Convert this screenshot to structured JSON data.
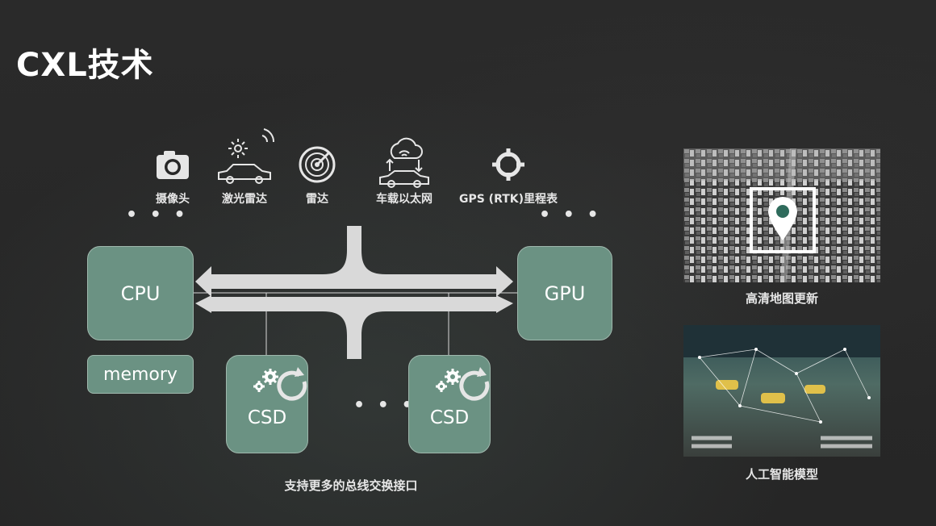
{
  "slide": {
    "title": "CXL技术"
  },
  "sensors": [
    {
      "label": "摄像头",
      "icon": "camera-icon"
    },
    {
      "label": "激光雷达",
      "icon": "lidar-car-icon"
    },
    {
      "label": "雷达",
      "icon": "radar-icon"
    },
    {
      "label": "车载以太网",
      "icon": "ethernet-car-icon"
    },
    {
      "label": "GPS (RTK)里程表",
      "icon": "gps-crosshair-icon"
    }
  ],
  "ellipsis": "• • •",
  "nodes": {
    "cpu": "CPU",
    "gpu": "GPU",
    "memory": "memory",
    "csd1": "CSD",
    "csd2": "CSD"
  },
  "caption": "支持更多的总线交换接口",
  "photos": [
    {
      "caption": "高清地图更新",
      "icon": "map-pin-icon"
    },
    {
      "caption": "人工智能模型",
      "icon": "ai-network-icon"
    }
  ],
  "colors": {
    "node_fill": "#6b9283",
    "arrow": "#d9d9d9",
    "background": "#272727"
  }
}
